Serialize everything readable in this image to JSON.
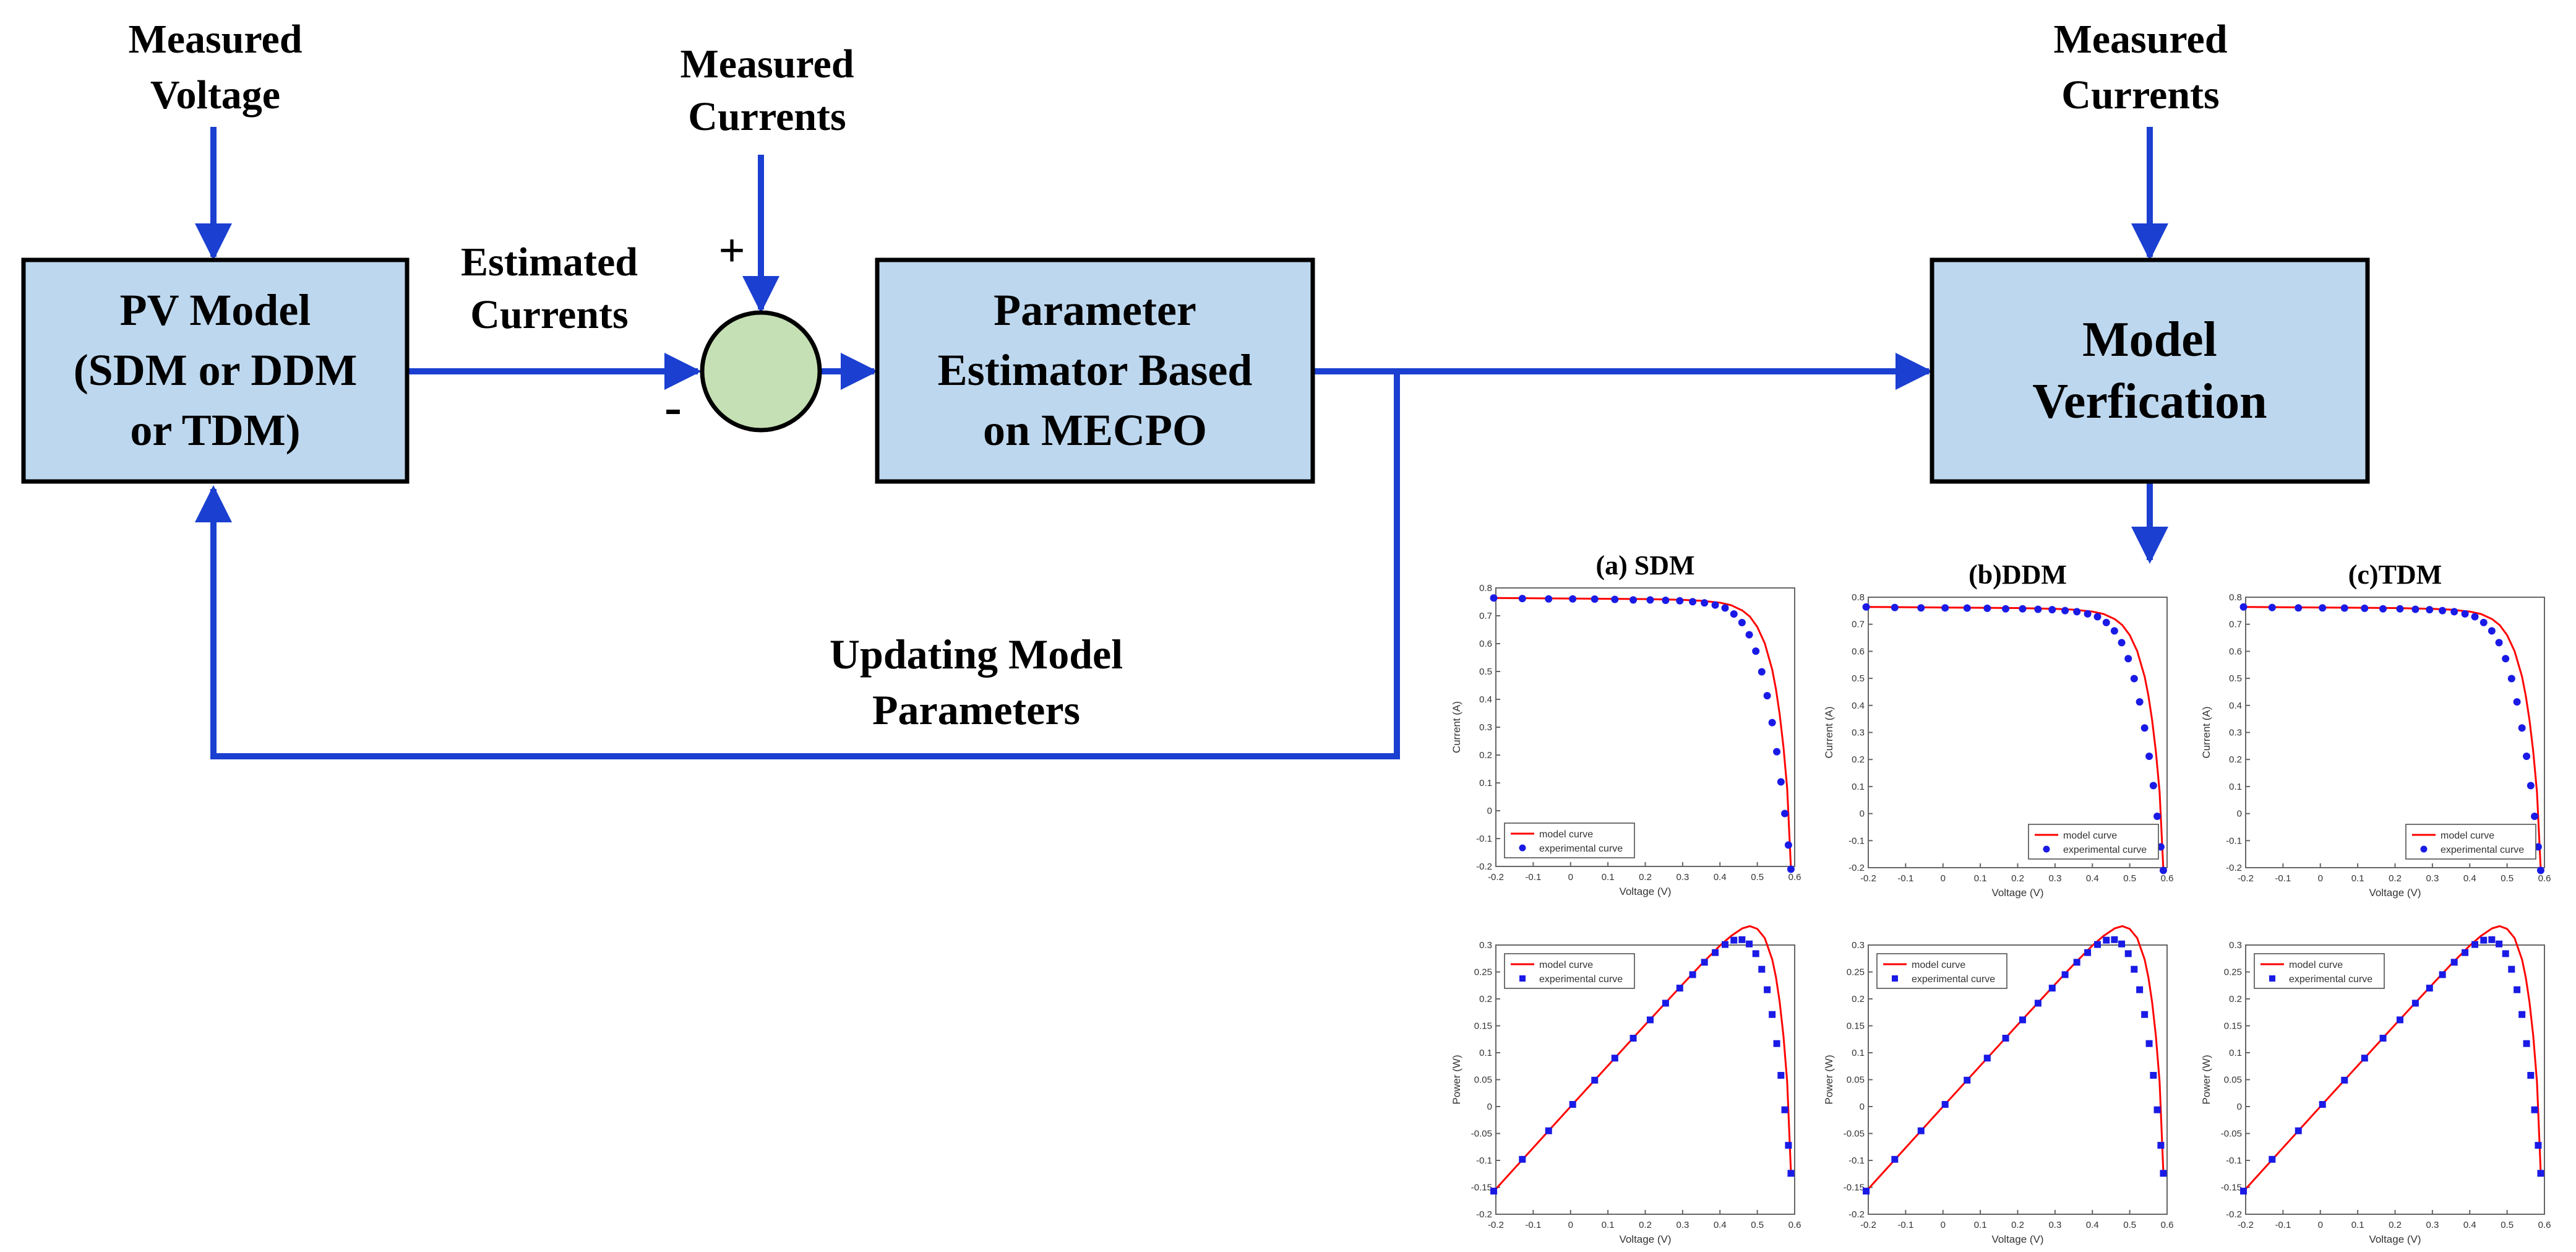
{
  "diagram": {
    "measured_voltage": [
      "Measured",
      "Voltage"
    ],
    "measured_currents_sum": [
      "Measured",
      "Currents"
    ],
    "measured_currents_verif": [
      "Measured",
      "Currents"
    ],
    "estimated_currents": [
      "Estimated",
      "Currents"
    ],
    "plus_sign": "+",
    "minus_sign": "-",
    "pv_model": [
      "PV Model",
      "(SDM or DDM",
      "or TDM)"
    ],
    "estimator": [
      "Parameter",
      "Estimator Based",
      "on MECPO"
    ],
    "verification": [
      "Model",
      "Verfication"
    ],
    "updating": [
      "Updating Model",
      "Parameters"
    ]
  },
  "colors": {
    "arrow": "#1a3fd1",
    "box_fill": "#bdd7ee",
    "box_stroke": "#000000",
    "sum_fill": "#c5e0b4",
    "model_line": "#ff0000",
    "exp_marker": "#1a1ae6",
    "plot_frame": "#666666"
  },
  "chart_data": [
    {
      "type": "line",
      "title": "(a) SDM",
      "xlabel": "Voltage (V)",
      "ylabel": "Current (A)",
      "xlim": [
        -0.2,
        0.6
      ],
      "ylim": [
        -0.2,
        0.8
      ],
      "xticks": [
        "-0.2",
        "-0.1",
        "0",
        "0.1",
        "0.2",
        "0.3",
        "0.4",
        "0.5",
        "0.6"
      ],
      "yticks": [
        "0.8",
        "0.7",
        "0.6",
        "0.5",
        "0.4",
        "0.3",
        "0.2",
        "0.1",
        "0",
        "-0.1",
        "-0.2"
      ],
      "legend": "bottom-left",
      "marker": "circle",
      "series": [
        {
          "name": "model curve",
          "style": "line",
          "x": [
            -0.2,
            0.0,
            0.2,
            0.3,
            0.35,
            0.4,
            0.43,
            0.46,
            0.48,
            0.5,
            0.52,
            0.54,
            0.55,
            0.56,
            0.57,
            0.58,
            0.59
          ],
          "y": [
            0.764,
            0.762,
            0.76,
            0.757,
            0.754,
            0.747,
            0.738,
            0.719,
            0.697,
            0.66,
            0.601,
            0.506,
            0.436,
            0.346,
            0.229,
            0.08,
            -0.208
          ]
        },
        {
          "name": "experimental curve",
          "style": "markers",
          "x": [
            -0.2057,
            -0.1291,
            -0.0588,
            0.0057,
            0.0646,
            0.1185,
            0.1678,
            0.2132,
            0.2545,
            0.2924,
            0.3269,
            0.3585,
            0.3873,
            0.4137,
            0.4373,
            0.459,
            0.4784,
            0.496,
            0.5119,
            0.5265,
            0.5398,
            0.5521,
            0.5633,
            0.5736,
            0.5833,
            0.59
          ],
          "y": [
            0.764,
            0.762,
            0.7605,
            0.7605,
            0.76,
            0.759,
            0.757,
            0.757,
            0.7555,
            0.754,
            0.7505,
            0.7465,
            0.7385,
            0.728,
            0.7065,
            0.6755,
            0.632,
            0.573,
            0.499,
            0.413,
            0.3165,
            0.212,
            0.1035,
            -0.01,
            -0.123,
            -0.21
          ]
        }
      ]
    },
    {
      "type": "line",
      "title": "(b)DDM",
      "xlabel": "Voltage (V)",
      "ylabel": "Current (A)",
      "xlim": [
        -0.2,
        0.6
      ],
      "ylim": [
        -0.2,
        0.8
      ],
      "xticks": [
        "-0.2",
        "-0.1",
        "0",
        "0.1",
        "0.2",
        "0.3",
        "0.4",
        "0.5",
        "0.6"
      ],
      "yticks": [
        "0.8",
        "0.7",
        "0.6",
        "0.5",
        "0.4",
        "0.3",
        "0.2",
        "0.1",
        "0",
        "-0.1",
        "-0.2"
      ],
      "legend": "bottom-right",
      "marker": "circle",
      "series": [
        {
          "name": "model curve",
          "style": "line",
          "x": [
            -0.2,
            0.0,
            0.2,
            0.3,
            0.35,
            0.4,
            0.43,
            0.46,
            0.48,
            0.5,
            0.52,
            0.54,
            0.55,
            0.56,
            0.57,
            0.58,
            0.59
          ],
          "y": [
            0.764,
            0.762,
            0.76,
            0.757,
            0.754,
            0.747,
            0.738,
            0.719,
            0.697,
            0.66,
            0.601,
            0.506,
            0.436,
            0.346,
            0.229,
            0.08,
            -0.208
          ]
        },
        {
          "name": "experimental curve",
          "style": "markers",
          "x": [
            -0.2057,
            -0.1291,
            -0.0588,
            0.0057,
            0.0646,
            0.1185,
            0.1678,
            0.2132,
            0.2545,
            0.2924,
            0.3269,
            0.3585,
            0.3873,
            0.4137,
            0.4373,
            0.459,
            0.4784,
            0.496,
            0.5119,
            0.5265,
            0.5398,
            0.5521,
            0.5633,
            0.5736,
            0.5833,
            0.59
          ],
          "y": [
            0.764,
            0.762,
            0.7605,
            0.7605,
            0.76,
            0.759,
            0.757,
            0.757,
            0.7555,
            0.754,
            0.7505,
            0.7465,
            0.7385,
            0.728,
            0.7065,
            0.6755,
            0.632,
            0.573,
            0.499,
            0.413,
            0.3165,
            0.212,
            0.1035,
            -0.01,
            -0.123,
            -0.21
          ]
        }
      ]
    },
    {
      "type": "line",
      "title": "(c)TDM",
      "xlabel": "Voltage (V)",
      "ylabel": "Current (A)",
      "xlim": [
        -0.2,
        0.6
      ],
      "ylim": [
        -0.2,
        0.8
      ],
      "xticks": [
        "-0.2",
        "-0.1",
        "0",
        "0.1",
        "0.2",
        "0.3",
        "0.4",
        "0.5",
        "0.6"
      ],
      "yticks": [
        "0.8",
        "0.7",
        "0.6",
        "0.5",
        "0.4",
        "0.3",
        "0.2",
        "0.1",
        "0",
        "-0.1",
        "-0.2"
      ],
      "legend": "bottom-right",
      "marker": "circle",
      "series": [
        {
          "name": "model curve",
          "style": "line",
          "x": [
            -0.2,
            0.0,
            0.2,
            0.3,
            0.35,
            0.4,
            0.43,
            0.46,
            0.48,
            0.5,
            0.52,
            0.54,
            0.55,
            0.56,
            0.57,
            0.58,
            0.59
          ],
          "y": [
            0.764,
            0.762,
            0.76,
            0.757,
            0.754,
            0.747,
            0.738,
            0.719,
            0.697,
            0.66,
            0.601,
            0.506,
            0.436,
            0.346,
            0.229,
            0.08,
            -0.208
          ]
        },
        {
          "name": "experimental curve",
          "style": "markers",
          "x": [
            -0.2057,
            -0.1291,
            -0.0588,
            0.0057,
            0.0646,
            0.1185,
            0.1678,
            0.2132,
            0.2545,
            0.2924,
            0.3269,
            0.3585,
            0.3873,
            0.4137,
            0.4373,
            0.459,
            0.4784,
            0.496,
            0.5119,
            0.5265,
            0.5398,
            0.5521,
            0.5633,
            0.5736,
            0.5833,
            0.59
          ],
          "y": [
            0.764,
            0.762,
            0.7605,
            0.7605,
            0.76,
            0.759,
            0.757,
            0.757,
            0.7555,
            0.754,
            0.7505,
            0.7465,
            0.7385,
            0.728,
            0.7065,
            0.6755,
            0.632,
            0.573,
            0.499,
            0.413,
            0.3165,
            0.212,
            0.1035,
            -0.01,
            -0.123,
            -0.21
          ]
        }
      ]
    },
    {
      "type": "line",
      "title": "",
      "xlabel": "Voltage (V)",
      "ylabel": "Power (W)",
      "xlim": [
        -0.2,
        0.6
      ],
      "ylim": [
        -0.2,
        0.3
      ],
      "xticks": [
        "-0.2",
        "-0.1",
        "0",
        "0.1",
        "0.2",
        "0.3",
        "0.4",
        "0.5",
        "0.6"
      ],
      "yticks": [
        "0.3",
        "0.25",
        "0.2",
        "0.15",
        "0.1",
        "0.05",
        "0",
        "-0.05",
        "-0.1",
        "-0.15",
        "-0.2"
      ],
      "legend": "top-left",
      "marker": "square",
      "series": [
        {
          "name": "model curve",
          "style": "line",
          "x": [
            -0.2,
            0.0,
            0.2,
            0.3,
            0.35,
            0.4,
            0.43,
            0.46,
            0.48,
            0.5,
            0.52,
            0.54,
            0.55,
            0.56,
            0.57,
            0.58,
            0.59
          ],
          "y": [
            -0.153,
            0.0,
            0.152,
            0.227,
            0.264,
            0.299,
            0.317,
            0.331,
            0.335,
            0.33,
            0.313,
            0.273,
            0.24,
            0.194,
            0.131,
            0.046,
            -0.123
          ]
        },
        {
          "name": "experimental curve",
          "style": "markers",
          "x": [
            -0.2057,
            -0.1291,
            -0.0588,
            0.0057,
            0.0646,
            0.1185,
            0.1678,
            0.2132,
            0.2545,
            0.2924,
            0.3269,
            0.3585,
            0.3873,
            0.4137,
            0.4373,
            0.459,
            0.4784,
            0.496,
            0.5119,
            0.5265,
            0.5398,
            0.5521,
            0.5633,
            0.5736,
            0.5833,
            0.59
          ],
          "y": [
            -0.157,
            -0.098,
            -0.045,
            0.004,
            0.049,
            0.09,
            0.127,
            0.161,
            0.192,
            0.22,
            0.245,
            0.268,
            0.286,
            0.301,
            0.309,
            0.31,
            0.302,
            0.284,
            0.255,
            0.217,
            0.171,
            0.117,
            0.058,
            -0.006,
            -0.072,
            -0.124
          ]
        }
      ]
    },
    {
      "type": "line",
      "title": "",
      "xlabel": "Voltage (V)",
      "ylabel": "Power (W)",
      "xlim": [
        -0.2,
        0.6
      ],
      "ylim": [
        -0.2,
        0.3
      ],
      "xticks": [
        "-0.2",
        "-0.1",
        "0",
        "0.1",
        "0.2",
        "0.3",
        "0.4",
        "0.5",
        "0.6"
      ],
      "yticks": [
        "0.3",
        "0.25",
        "0.2",
        "0.15",
        "0.1",
        "0.05",
        "0",
        "-0.05",
        "-0.1",
        "-0.15",
        "-0.2"
      ],
      "legend": "top-left",
      "marker": "square",
      "series": [
        {
          "name": "model curve",
          "style": "line",
          "x": [
            -0.2,
            0.0,
            0.2,
            0.3,
            0.35,
            0.4,
            0.43,
            0.46,
            0.48,
            0.5,
            0.52,
            0.54,
            0.55,
            0.56,
            0.57,
            0.58,
            0.59
          ],
          "y": [
            -0.153,
            0.0,
            0.152,
            0.227,
            0.264,
            0.299,
            0.317,
            0.331,
            0.335,
            0.33,
            0.313,
            0.273,
            0.24,
            0.194,
            0.131,
            0.046,
            -0.123
          ]
        },
        {
          "name": "experimental curve",
          "style": "markers",
          "x": [
            -0.2057,
            -0.1291,
            -0.0588,
            0.0057,
            0.0646,
            0.1185,
            0.1678,
            0.2132,
            0.2545,
            0.2924,
            0.3269,
            0.3585,
            0.3873,
            0.4137,
            0.4373,
            0.459,
            0.4784,
            0.496,
            0.5119,
            0.5265,
            0.5398,
            0.5521,
            0.5633,
            0.5736,
            0.5833,
            0.59
          ],
          "y": [
            -0.157,
            -0.098,
            -0.045,
            0.004,
            0.049,
            0.09,
            0.127,
            0.161,
            0.192,
            0.22,
            0.245,
            0.268,
            0.286,
            0.301,
            0.309,
            0.31,
            0.302,
            0.284,
            0.255,
            0.217,
            0.171,
            0.117,
            0.058,
            -0.006,
            -0.072,
            -0.124
          ]
        }
      ]
    },
    {
      "type": "line",
      "title": "",
      "xlabel": "Voltage (V)",
      "ylabel": "Power (W)",
      "xlim": [
        -0.2,
        0.6
      ],
      "ylim": [
        -0.2,
        0.3
      ],
      "xticks": [
        "-0.2",
        "-0.1",
        "0",
        "0.1",
        "0.2",
        "0.3",
        "0.4",
        "0.5",
        "0.6"
      ],
      "yticks": [
        "0.3",
        "0.25",
        "0.2",
        "0.15",
        "0.1",
        "0.05",
        "0",
        "-0.05",
        "-0.1",
        "-0.15",
        "-0.2"
      ],
      "legend": "top-left",
      "marker": "square",
      "series": [
        {
          "name": "model curve",
          "style": "line",
          "x": [
            -0.2,
            0.0,
            0.2,
            0.3,
            0.35,
            0.4,
            0.43,
            0.46,
            0.48,
            0.5,
            0.52,
            0.54,
            0.55,
            0.56,
            0.57,
            0.58,
            0.59
          ],
          "y": [
            -0.153,
            0.0,
            0.152,
            0.227,
            0.264,
            0.299,
            0.317,
            0.331,
            0.335,
            0.33,
            0.313,
            0.273,
            0.24,
            0.194,
            0.131,
            0.046,
            -0.123
          ]
        },
        {
          "name": "experimental curve",
          "style": "markers",
          "x": [
            -0.2057,
            -0.1291,
            -0.0588,
            0.0057,
            0.0646,
            0.1185,
            0.1678,
            0.2132,
            0.2545,
            0.2924,
            0.3269,
            0.3585,
            0.3873,
            0.4137,
            0.4373,
            0.459,
            0.4784,
            0.496,
            0.5119,
            0.5265,
            0.5398,
            0.5521,
            0.5633,
            0.5736,
            0.5833,
            0.59
          ],
          "y": [
            -0.157,
            -0.098,
            -0.045,
            0.004,
            0.049,
            0.09,
            0.127,
            0.161,
            0.192,
            0.22,
            0.245,
            0.268,
            0.286,
            0.301,
            0.309,
            0.31,
            0.302,
            0.284,
            0.255,
            0.217,
            0.171,
            0.117,
            0.058,
            -0.006,
            -0.072,
            -0.124
          ]
        }
      ]
    }
  ]
}
